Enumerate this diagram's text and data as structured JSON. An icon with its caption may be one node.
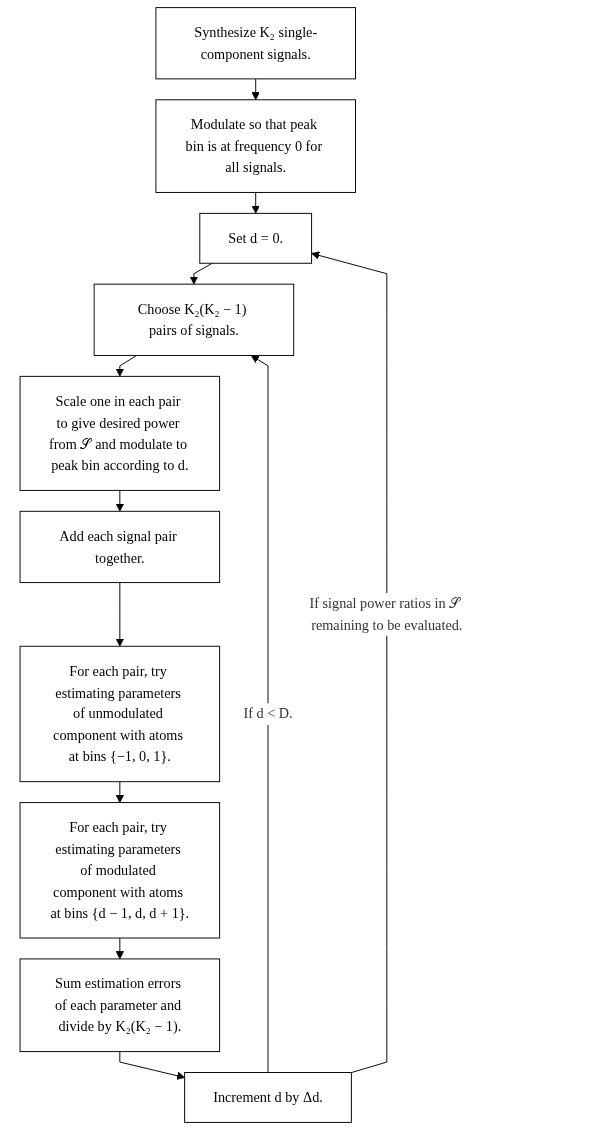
{
  "diagram": {
    "nodes": [
      {
        "text": [
          "Synthesize K₂ single-component signals."
        ]
      },
      {
        "text": [
          "Modulate so that peak bin is at frequency 0 for all signals."
        ]
      },
      {
        "text": [
          "Set d = 0."
        ]
      },
      {
        "text": [
          "Choose K₂(K₂ − 1) pairs of signals."
        ]
      },
      {
        "text": [
          "Scale one in each pair to give desired power from 𝒮 and modulate to peak bin according to d."
        ]
      },
      {
        "text": [
          "Add each signal pair together."
        ]
      },
      {
        "text": [
          "For each pair, try estimating parameters of unmodulated component with atoms at bins {−1, 0, 1}."
        ]
      },
      {
        "text": [
          "For each pair, try estimating parameters of modulated component with atoms at bins {d − 1, d, d + 1}."
        ]
      },
      {
        "text": [
          "Sum estimation errors of each parameter and divide by K₂(K₂ − 1)."
        ]
      },
      {
        "text": [
          "Increment d by Δd."
        ]
      }
    ],
    "edges": [
      {
        "from": 0,
        "to": 1,
        "arrow": "to"
      },
      {
        "from": 1,
        "to": 2,
        "arrow": "to"
      },
      {
        "from": 2,
        "to": 3,
        "arrow": "to"
      },
      {
        "from": 3,
        "to": 4,
        "arrow": "to"
      },
      {
        "from": 4,
        "to": 5,
        "arrow": "to"
      },
      {
        "from": 5,
        "to": 6,
        "arrow": "to"
      },
      {
        "from": 6,
        "to": 7,
        "arrow": "to"
      },
      {
        "from": 7,
        "to": 8,
        "arrow": "to"
      },
      {
        "from": 8,
        "to": 9,
        "arrow": "to"
      },
      {
        "from": 9,
        "to": 3,
        "arrow": "to",
        "label": "If d < D."
      },
      {
        "from": 9,
        "to": 2,
        "arrow": "to",
        "label": "If signal power ratios in 𝒮 remaining to be evaluated."
      }
    ]
  }
}
